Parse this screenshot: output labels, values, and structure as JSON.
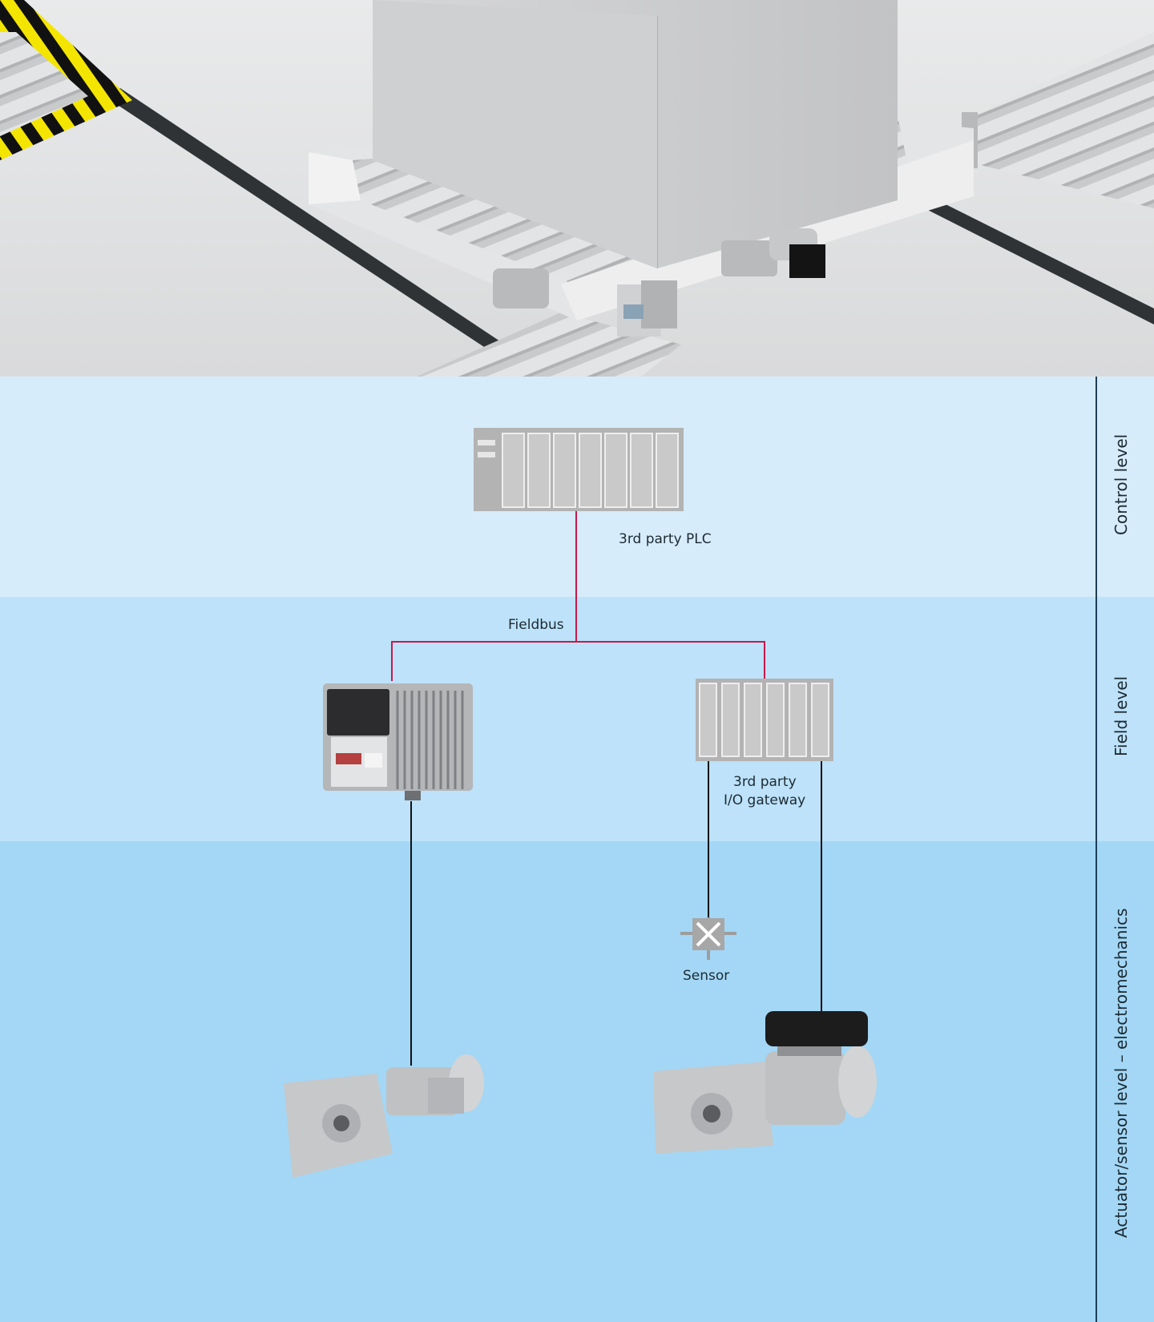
{
  "levels": {
    "control": "Control level",
    "field": "Field level",
    "actuator": "Actuator/sensor level – electromechanics"
  },
  "labels": {
    "plc": "3rd party PLC",
    "fieldbus": "Fieldbus",
    "gateway_line1": "3rd party",
    "gateway_line2": "I/O gateway",
    "sensor": "Sensor"
  },
  "colors": {
    "fieldbus_line": "#c8184a",
    "signal_line": "#111111",
    "control_band": "#d7ecfa",
    "field_band": "#bde2f9",
    "actuator_band": "#a3d7f5",
    "module_gray": "#b3b3b3"
  }
}
